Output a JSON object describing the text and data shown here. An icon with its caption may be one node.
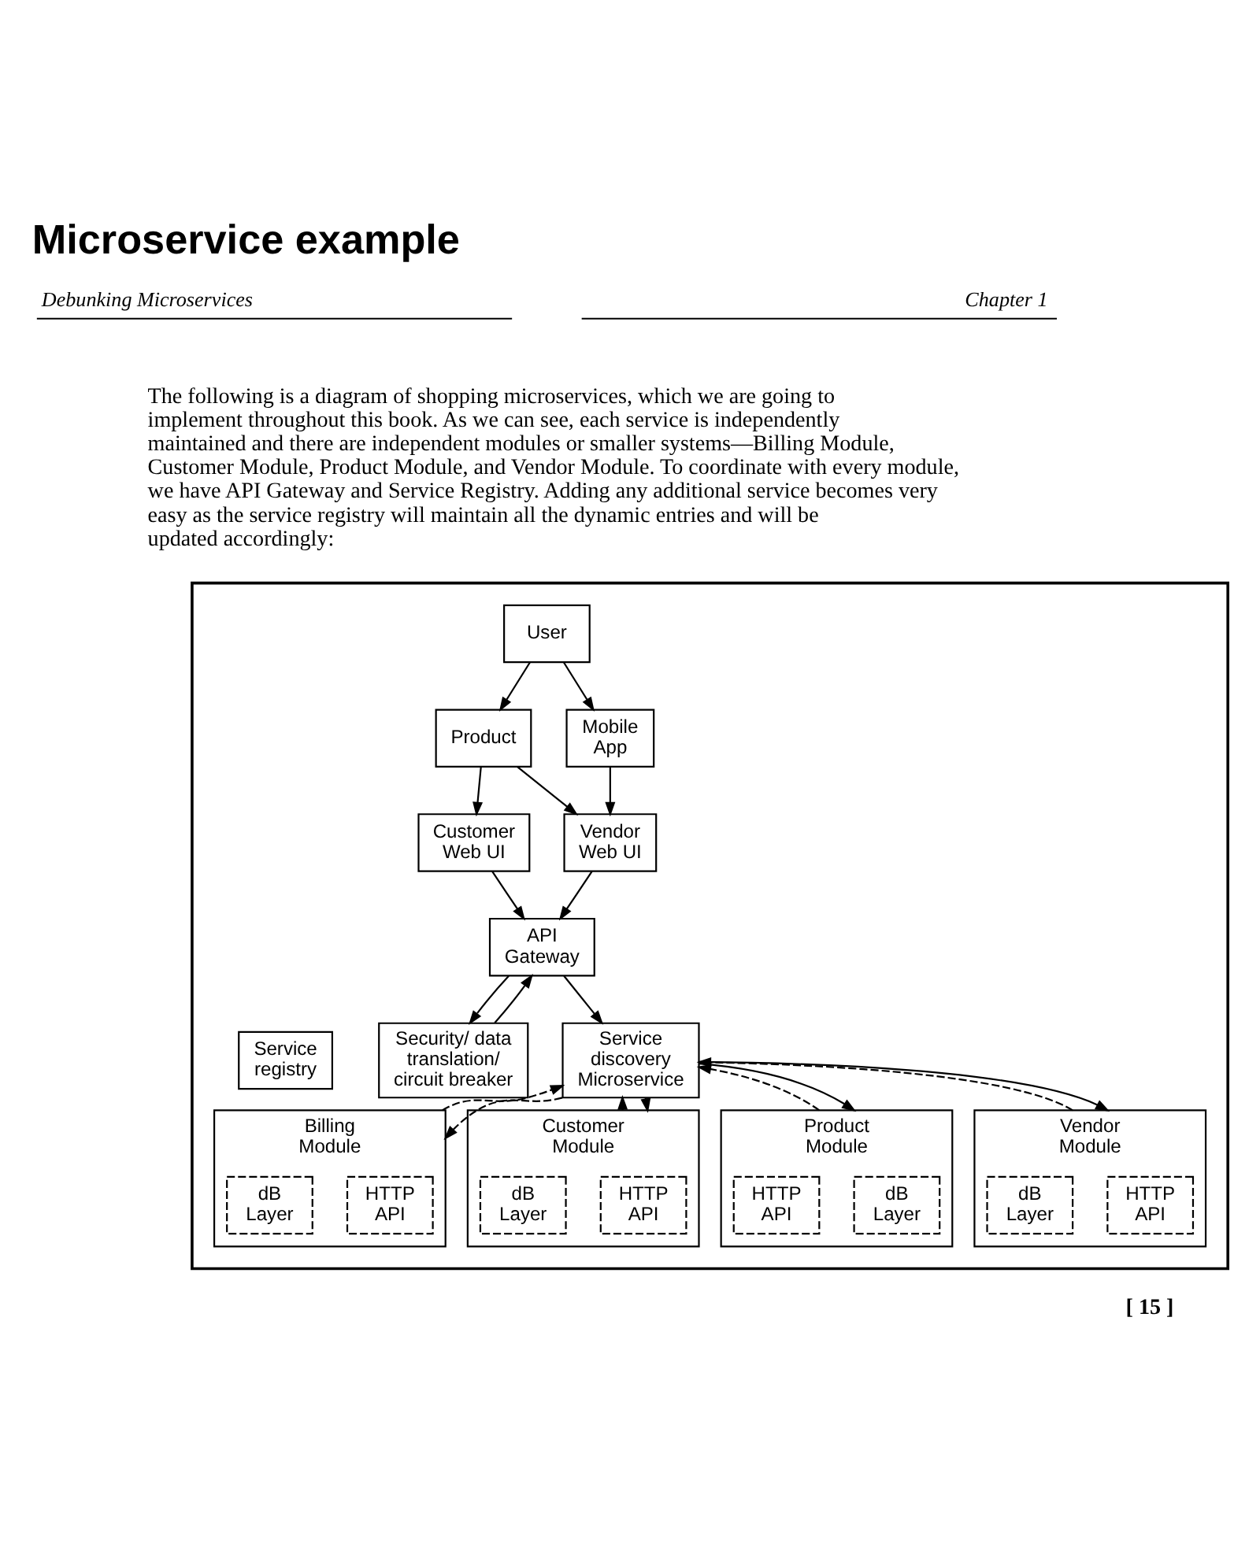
{
  "diagram": {
    "title": "Microservice example",
    "nodes": [
      {
        "text": [],
        "shape": "box"
      },
      {
        "text": [
          "User"
        ],
        "in": 0
      },
      {
        "text": [
          "Product"
        ],
        "in": 0
      },
      {
        "text": [
          "Customer Web UI"
        ],
        "in": 0
      },
      {
        "text": [
          "Vendor Web UI"
        ],
        "in": 0
      },
      {
        "text": [
          "Mobile App"
        ],
        "in": 0
      },
      {
        "text": [
          "API Gateway"
        ],
        "in": 0
      },
      {
        "text": [
          "Security/ data translation/ circuit breaker"
        ],
        "in": 0
      },
      {
        "text": [
          "Service discovery Microservice"
        ],
        "in": 0
      },
      {
        "text": [
          "Service registry"
        ],
        "in": 0
      },
      {
        "text": [
          "Billing Module"
        ],
        "in": 0
      },
      {
        "text": [
          "HTTP API"
        ],
        "in": 10
      },
      {
        "text": [
          "dB Layer"
        ],
        "in": 10
      },
      {
        "text": [
          "Customer Module"
        ],
        "in": 0
      },
      {
        "text": [
          "HTTP API"
        ],
        "in": 13
      },
      {
        "text": [
          "dB Layer"
        ],
        "in": 13
      },
      {
        "text": [
          "Product Module"
        ],
        "in": 0
      },
      {
        "text": [
          "dB Layer"
        ],
        "in": 16
      },
      {
        "text": [
          "HTTP API"
        ],
        "in": 16
      },
      {
        "text": [
          "Vendor Module"
        ],
        "in": 0
      },
      {
        "text": [
          "HTTP API"
        ],
        "in": 19
      },
      {
        "text": [
          "dB Layer"
        ],
        "in": 19
      }
    ],
    "edges": [
      {
        "from": 1,
        "to": 2,
        "arrow": "to"
      },
      {
        "from": 1,
        "to": 5,
        "arrow": "to"
      },
      {
        "from": 2,
        "to": 3,
        "arrow": "to"
      },
      {
        "from": 2,
        "to": 4,
        "arrow": "to"
      },
      {
        "from": 5,
        "to": 4,
        "arrow": "to"
      },
      {
        "from": 3,
        "to": 6,
        "arrow": "to"
      },
      {
        "from": 4,
        "to": 6,
        "arrow": "to"
      },
      {
        "from": 6,
        "to": 8,
        "arrow": "to"
      },
      {
        "from": 6,
        "to": 7,
        "arrow": "to"
      },
      {
        "from": 7,
        "to": 6,
        "arrow": "to"
      },
      {
        "from": 8,
        "to": 10,
        "arrow": "to",
        "style": "dashed"
      },
      {
        "from": 10,
        "to": 8,
        "arrow": "to",
        "style": "dashed"
      },
      {
        "from": 8,
        "to": 13,
        "arrow": "to"
      },
      {
        "from": 13,
        "to": 8,
        "arrow": "to",
        "style": "dashed"
      },
      {
        "from": 8,
        "to": 19,
        "arrow": "to"
      },
      {
        "from": 19,
        "to": 8,
        "arrow": "to",
        "style": "dashed"
      },
      {
        "from": 8,
        "to": 16,
        "arrow": "to"
      },
      {
        "from": 16,
        "to": 8,
        "arrow": "to",
        "style": "dashed"
      }
    ],
    "labels": [
      "Debunking Microservices",
      "Chapter 1",
      "The following is a diagram of shopping microservices, which we are going to implement throughout this book. As we can see, each service is independently maintained and there are independent modules or smaller systems—Billing Module, Customer Module, Product Module, and Vendor Module. To coordinate with every module, we have API Gateway and Service Registry. Adding any additional service becomes very easy as the service registry will maintain all the dynamic entries and will be updated accordingly:",
      "[ 15 ]"
    ]
  }
}
